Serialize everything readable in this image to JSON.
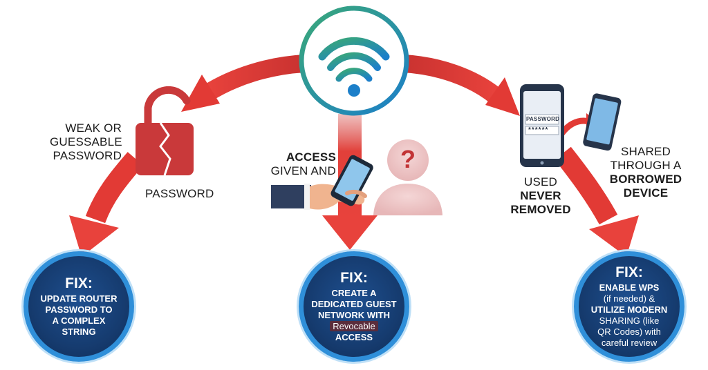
{
  "labels": {
    "weak_line1": "WEAK OR",
    "weak_line2": "GUESSABLE",
    "weak_line3": "PASSWORD",
    "password": "PASSWORD",
    "access_line1": "ACCESS",
    "access_line2": "GIVEN AND",
    "used": "USED",
    "never": "NEVER",
    "removed": "REMOVED",
    "shared_line1": "SHARED",
    "shared_line2": "THROUGH A",
    "shared_line3": "BORROWED",
    "shared_line4": "DEVICE"
  },
  "phone_screen": {
    "field_label": "PASSWORD",
    "mask": "******"
  },
  "question_mark": "?",
  "fixes": [
    {
      "title": "FIX:",
      "lines": [
        "UPDATE ROUTER",
        "PASSWORD TO",
        "A COMPLEX",
        "STRING"
      ]
    },
    {
      "title": "FIX:",
      "lines": [
        "CREATE A",
        "DEDICATED GUEST",
        "NETWORK WITH",
        "Revocable",
        "ACCESS"
      ]
    },
    {
      "title": "FIX:",
      "lines": [
        "ENABLE WPS",
        "(if needed) &",
        "UTILIZE MODERN",
        "SHARING (like",
        "QR Codes) with",
        "careful review"
      ]
    }
  ],
  "colors": {
    "arrow_red": "#e23a35",
    "lock_red": "#c9393a",
    "circle_navy": "#163c70",
    "circle_ring": "#2f8fd9",
    "wifi_green": "#3aa878",
    "wifi_blue": "#1c7fc9"
  },
  "icons": [
    "wifi-icon",
    "broken-lock-icon",
    "hand-phone-icon",
    "unknown-person-icon",
    "phone-icon"
  ]
}
